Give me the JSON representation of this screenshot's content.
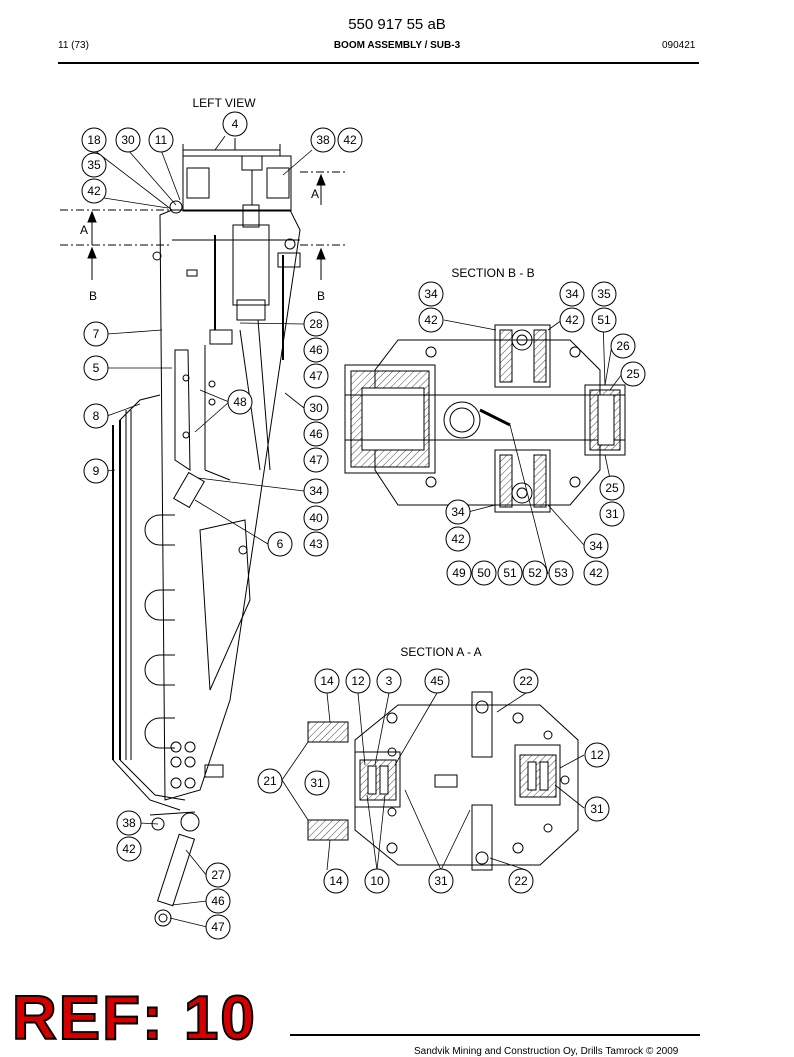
{
  "header": {
    "doc_number": "550 917 55 aB",
    "page": "11 (73)",
    "title": "BOOM ASSEMBLY / SUB-3",
    "date_code": "090421"
  },
  "views": {
    "left_view": "LEFT VIEW",
    "section_bb": "SECTION  B - B",
    "section_aa": "SECTION  A - A",
    "cut_a": "A",
    "cut_b": "B"
  },
  "callouts": {
    "left": [
      "18",
      "30",
      "11",
      "4",
      "38",
      "42",
      "35",
      "42",
      "7",
      "28",
      "46",
      "47",
      "5",
      "48",
      "30",
      "46",
      "47",
      "8",
      "9",
      "34",
      "40",
      "6",
      "43",
      "38",
      "42",
      "27",
      "46",
      "47"
    ],
    "bb": [
      "34",
      "34",
      "35",
      "42",
      "42",
      "51",
      "26",
      "25",
      "25",
      "31",
      "34",
      "42",
      "34",
      "49",
      "50",
      "51",
      "52",
      "53",
      "42"
    ],
    "aa": [
      "14",
      "12",
      "3",
      "45",
      "22",
      "12",
      "21",
      "31",
      "31",
      "14",
      "10",
      "31",
      "22"
    ]
  },
  "stamp": "REF: 10",
  "footer": "Sandvik Mining and Construction Oy, Drills Tamrock © 2009"
}
